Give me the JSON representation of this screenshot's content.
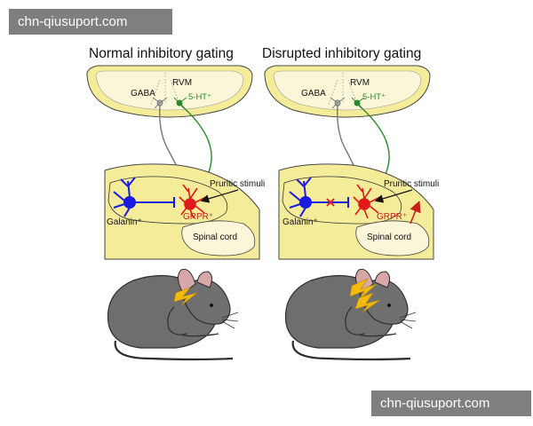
{
  "watermarks": {
    "top": "chn-qiusuport.com",
    "bottom": "chn-qiusuport.com"
  },
  "panels": [
    {
      "title": "Normal inhibitory gating",
      "rvm_label": "RVM",
      "gaba_label": "GABA",
      "serotonin_label": "5-HT⁺",
      "pruritic_label": "Pruritic stimuli",
      "galanin_label": "Galanin⁺",
      "grpr_label": "GRPR⁺",
      "spinal_label": "Spinal cord",
      "inhibition": "intact"
    },
    {
      "title": "Disrupted inhibitory gating",
      "rvm_label": "RVM",
      "gaba_label": "GABA",
      "serotonin_label": "5-HT⁺",
      "pruritic_label": "Pruritic stimuli",
      "galanin_label": "Galanin⁺",
      "grpr_label": "GRPR⁺",
      "spinal_label": "Spinal cord",
      "inhibition": "blocked"
    }
  ],
  "colors": {
    "tissue": "#f5ec9a",
    "tissue_inner": "#fbf6d8",
    "galanin_neuron": "#1a1ae0",
    "grpr_neuron": "#e01a1a",
    "gaba_fiber": "#777777",
    "serotonin_fiber": "#2a8a2a",
    "mouse": "#6e6e6e",
    "itch_flash": "#f2b90f",
    "watermark_bg": "#7f7f7f"
  }
}
